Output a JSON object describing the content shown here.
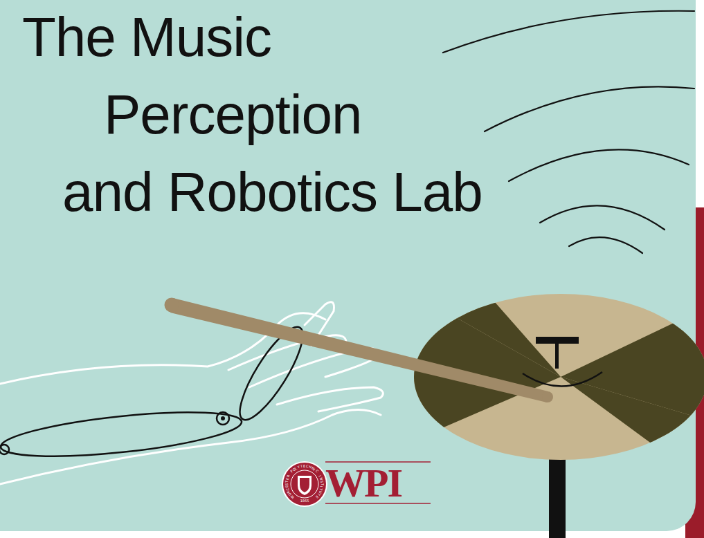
{
  "diagram": {
    "title": "The Music Perception and Robotics Lab",
    "labels": [
      "WORCESTER POLYTECHNIC INSTITUTE",
      "1865",
      "WPI"
    ]
  }
}
